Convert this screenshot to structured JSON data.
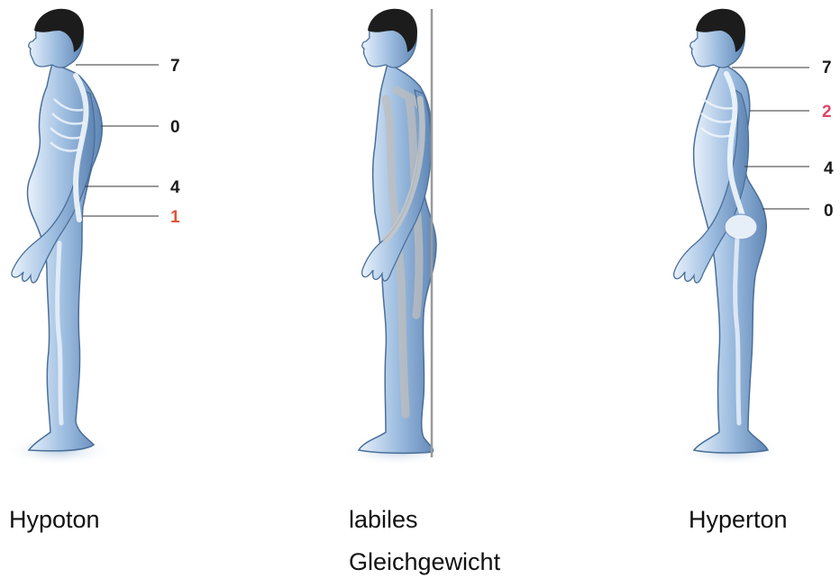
{
  "colors": {
    "label_default": "#1a1a1a",
    "label_highlight_hypoton": "#e2533a",
    "label_highlight_hyperton": "#e0456a",
    "body_fill": "#a9c7e6",
    "body_outline": "#4a6f99",
    "hair": "#1c1c1c",
    "muscle": "#c8c8c8",
    "plumb_line": "#9a9a9a"
  },
  "figures": [
    {
      "id": "hypoton",
      "caption": "Hypoton",
      "labels": [
        {
          "text": "7",
          "highlight": false
        },
        {
          "text": "0",
          "highlight": false
        },
        {
          "text": "4",
          "highlight": false
        },
        {
          "text": "1",
          "highlight": true
        }
      ]
    },
    {
      "id": "labil",
      "caption_line1": "labiles",
      "caption_line2": "Gleichgewicht",
      "labels": []
    },
    {
      "id": "hyperton",
      "caption": "Hyperton",
      "labels": [
        {
          "text": "7",
          "highlight": false
        },
        {
          "text": "2",
          "highlight": true
        },
        {
          "text": "4",
          "highlight": false
        },
        {
          "text": "0",
          "highlight": false
        }
      ]
    }
  ]
}
